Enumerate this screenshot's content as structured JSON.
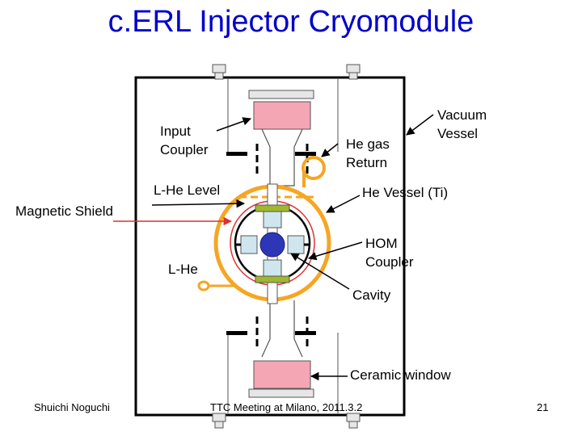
{
  "slide": {
    "title": "c.ERL Injector Cryomodule",
    "footer": {
      "author": "Shuichi Noguchi",
      "meeting": "TTC Meeting at Milano, 2011.3.2",
      "page": "21"
    }
  },
  "labels": {
    "input_coupler": [
      "Input",
      "Coupler"
    ],
    "he_gas_return": [
      "He gas",
      "Return"
    ],
    "vacuum_vessel": [
      "Vacuum",
      "Vessel"
    ],
    "lhe_level": "L-He Level",
    "he_vessel": "He Vessel (Ti)",
    "magnetic_shield": "Magnetic Shield",
    "hom_coupler": [
      "HOM",
      "Coupler"
    ],
    "lhe": "L-He",
    "cavity": "Cavity",
    "ceramic_window": "Ceramic window"
  },
  "colors": {
    "title": "#0000cc",
    "he_vessel_orange": "#f5a623",
    "pink_block": "#f4a6b4",
    "cavity_blue": "#2e36b8",
    "light_blue": "#cfe6ee",
    "magnetic_shield_red": "#e03030",
    "lhe_level_green": "#9fb82c"
  }
}
